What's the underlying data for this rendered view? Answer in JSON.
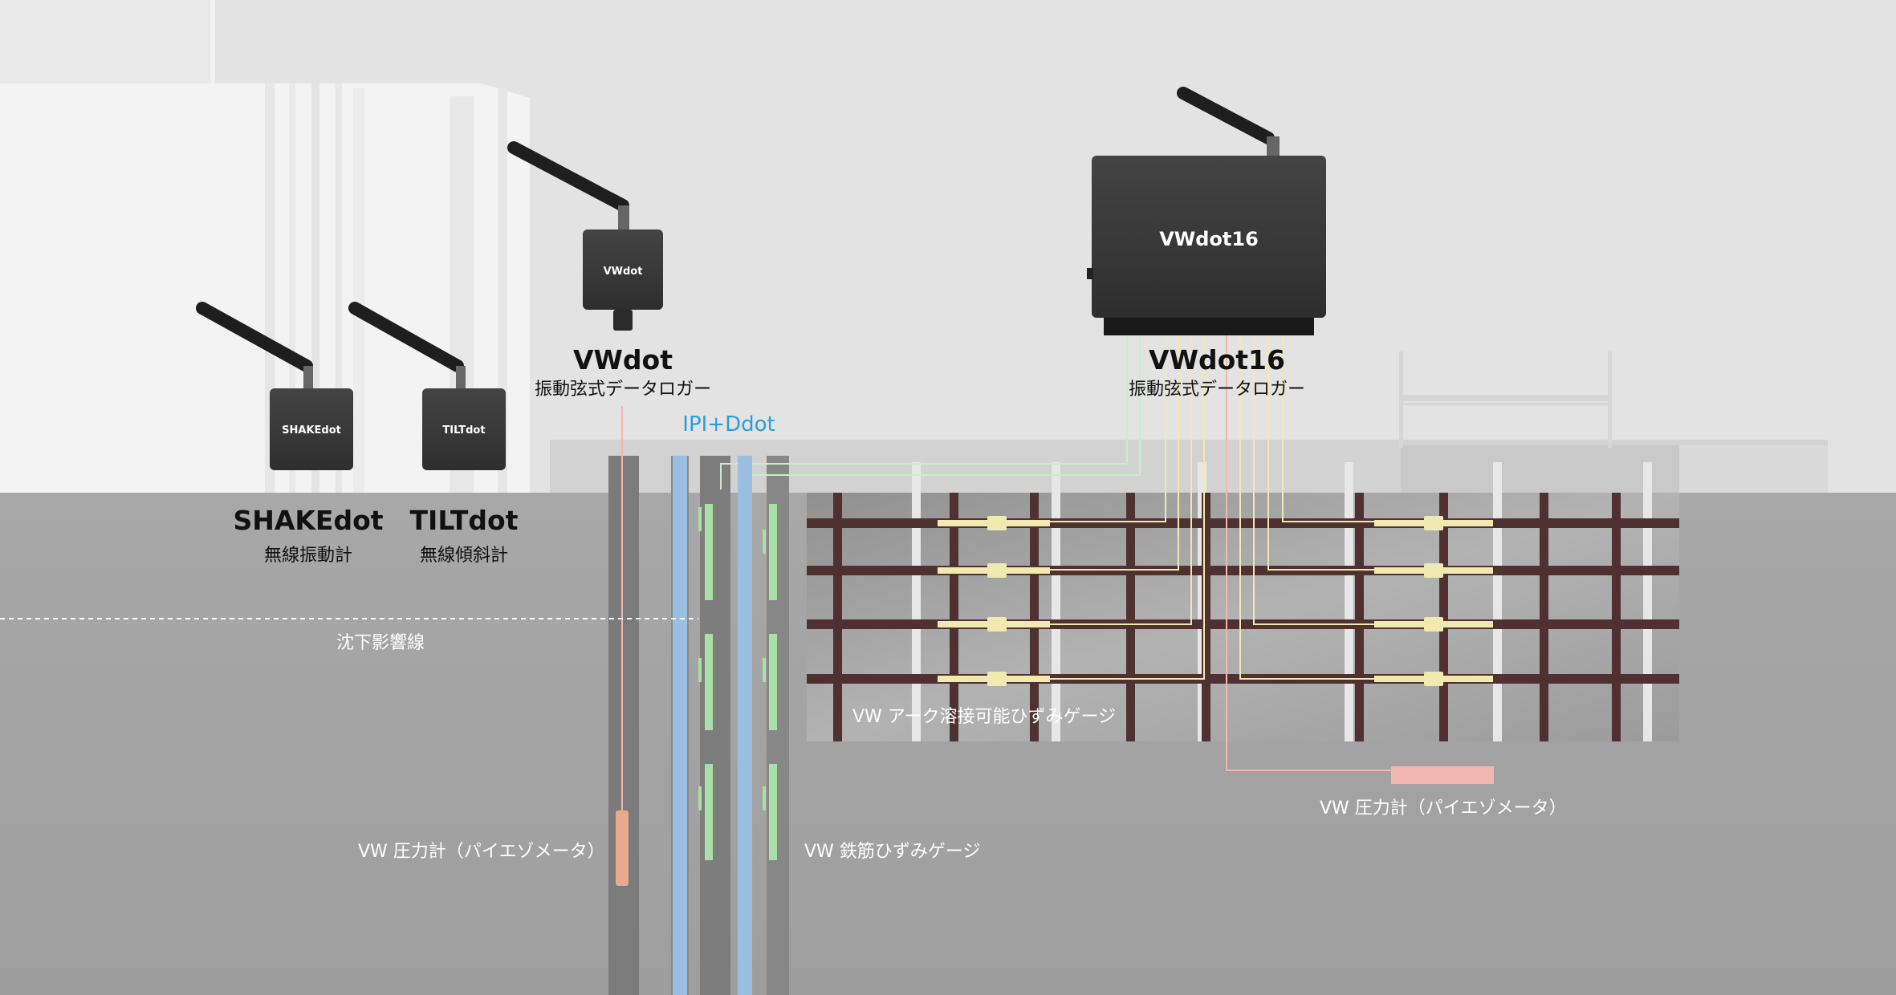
{
  "devices": {
    "shakedot": {
      "name": "SHAKEdot",
      "desc": "無線振動計",
      "face": "SHAKEdot"
    },
    "tiltdot": {
      "name": "TILTdot",
      "desc": "無線傾斜計",
      "face": "TILTdot"
    },
    "vwdot": {
      "name": "VWdot",
      "desc": "振動弦式データロガー",
      "face": "VWdot"
    },
    "vwdot16": {
      "name": "VWdot16",
      "desc": "振動弦式データロガー",
      "face": "VWdot16"
    }
  },
  "labels": {
    "ipi_ddot": "IPI+Ddot",
    "settlement_line": "沈下影響線",
    "arc_weld_gauge": "VW アーク溶接可能ひずみゲージ",
    "piezometer_left": "VW 圧力計（パイエゾメータ）",
    "rebar_gauge": "VW 鉄筋ひずみゲージ",
    "piezometer_right": "VW 圧力計（パイエゾメータ）"
  },
  "colors": {
    "sky": "#e3e3e3",
    "ground": "#a3a3a3",
    "device_body": "#3a3a3a",
    "strut": "#4e3130",
    "gauge": "#f0eab0",
    "pipe": "#9bbfe0",
    "rebar_gauge": "#a8e0a8",
    "piezometer": "#f2b7b0",
    "label_blue": "#2a9de0"
  }
}
